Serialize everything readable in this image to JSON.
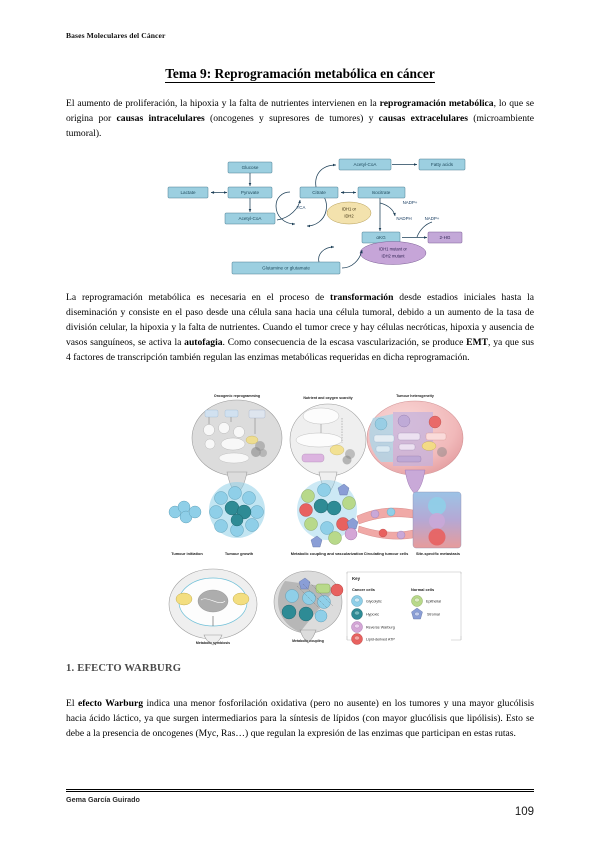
{
  "page": {
    "running_head": "Bases Moleculares del Cáncer",
    "title": "Tema 9: Reprogramación metabólica en cáncer",
    "page_number": "109",
    "author": "Gema García Guirado"
  },
  "paragraphs": {
    "p1": {
      "run_1": "El aumento de proliferación, la hipoxia y la falta de nutrientes intervienen en la ",
      "bold_1": "reprogramación metabólica",
      "run_2": ", lo que se origina por ",
      "bold_2": "causas intracelulares",
      "run_3": " (oncogenes y supresores de tumores) y ",
      "bold_3": "causas extracelulares",
      "run_4": " (microambiente tumoral)."
    },
    "p2": {
      "run_1": "La reprogramación metabólica es necesaria en el proceso de ",
      "bold_1": "transformación",
      "run_2": " desde estadios iniciales hasta la diseminación y consiste en el paso desde una célula sana hacia una célula tumoral, debido a un aumento de la tasa de división celular, la hipoxia y la falta de nutrientes. Cuando el tumor crece y hay células necróticas, hipoxia y ausencia de vasos sanguíneos, se activa la ",
      "bold_2": "autofagia",
      "run_3": ". Como consecuencia de la escasa vascularización, se produce ",
      "bold_3": "EMT",
      "run_4": ", ya que sus 4 factores de transcripción también regulan las enzimas metabólicas requeridas en dicha reprogramación."
    },
    "p3": {
      "run_1": "El ",
      "bold_1": "efecto Warburg",
      "run_2": " indica una menor fosforilación oxidativa (pero no ausente) en los tumores y una mayor glucólisis hacia ácido láctico, ya que surgen intermediarios para la síntesis de lípidos (con mayor glucólisis que lipólisis). Esto se debe a la presencia de oncogenes (Myc, Ras…) que regulan la expresión de las enzimas que participan en estas rutas."
    }
  },
  "sections": {
    "warburg_heading": "1. EFECTO WARBURG"
  },
  "figure_pathway": {
    "caption_present": false,
    "nodes": [
      {
        "id": "glucose",
        "label": "Glucose",
        "shape": "box",
        "color": "#9ccfe0"
      },
      {
        "id": "lactate",
        "label": "Lactate",
        "shape": "box",
        "color": "#9ccfe0"
      },
      {
        "id": "pyruvate",
        "label": "Pyruvate",
        "shape": "box",
        "color": "#9ccfe0"
      },
      {
        "id": "acetylcoa_left",
        "label": "Acetyl-CoA",
        "shape": "box",
        "color": "#9ccfe0"
      },
      {
        "id": "tca",
        "label": "TCA",
        "shape": "cycle",
        "color": "none"
      },
      {
        "id": "citrate",
        "label": "Citrate",
        "shape": "box",
        "color": "#9ccfe0"
      },
      {
        "id": "acetylcoa_top",
        "label": "Acetyl-CoA",
        "shape": "box",
        "color": "#9ccfe0"
      },
      {
        "id": "fattyacids",
        "label": "Fatty acids",
        "shape": "box",
        "color": "#9ccfe0"
      },
      {
        "id": "isocitrate",
        "label": "Isocitrate",
        "shape": "box",
        "color": "#9ccfe0"
      },
      {
        "id": "akg",
        "label": "αKG",
        "shape": "box",
        "color": "#9ccfe0"
      },
      {
        "id": "glutamine",
        "label": "Glutamine or glutamate",
        "shape": "box",
        "color": "#9ccfe0"
      },
      {
        "id": "twohg",
        "label": "2-HG",
        "shape": "box",
        "color": "#c3a8d8"
      },
      {
        "id": "idh_wt",
        "label": "IDH1 or IDH2",
        "shape": "ellipse",
        "color": "#f3e2ad"
      },
      {
        "id": "idh_mut",
        "label": "IDH1 mutant or IDH2 mutant",
        "shape": "ellipse",
        "color": "#c6a5d8"
      }
    ],
    "cofactors": [
      "NADP+",
      "NADPH",
      "NADP+"
    ]
  },
  "figure_tumour": {
    "stages": [
      "Tumour initiation",
      "Tumour growth",
      "Metabolic coupling and vascularization",
      "Circulating tumour cells",
      "Site-specific metastasis"
    ],
    "balloon_titles": [
      "Oncogenic reprogramming",
      "Nutrient and oxygen scarcity",
      "Tumour heterogeneity",
      "Metabolic symbiosis",
      "Metabolic coupling"
    ],
    "key": {
      "title": "Key",
      "groups": [
        {
          "heading": "Cancer cells",
          "items": [
            {
              "label": "Glycolytic",
              "color": "#8fcfe8"
            },
            {
              "label": "Hypoxic",
              "color": "#2e8b95"
            },
            {
              "label": "Reverse Warburg",
              "color": "#d4a6d6"
            },
            {
              "label": "Lipid-derived ATP",
              "color": "#e8615f"
            }
          ]
        },
        {
          "heading": "Normal cells",
          "items": [
            {
              "label": "Epithelial",
              "color": "#b8d98a"
            },
            {
              "label": "Stromal",
              "color": "#8a9ed6"
            }
          ]
        }
      ]
    }
  },
  "colors": {
    "box_blue": "#9ccfe0",
    "box_purple": "#c3a8d8",
    "heading_gray": "#4b4b4b",
    "text_black": "#000000"
  }
}
